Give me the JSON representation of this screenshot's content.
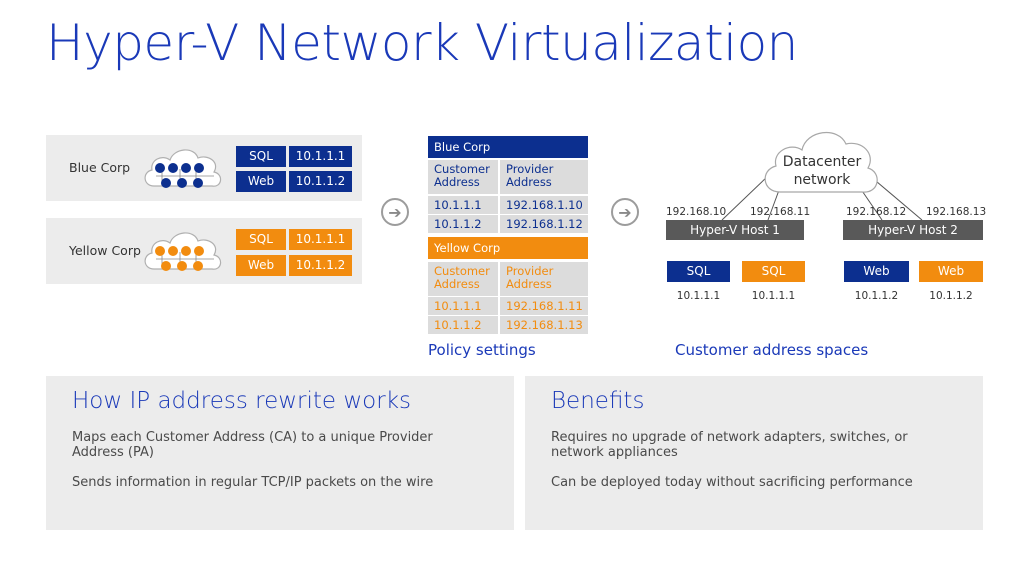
{
  "title": "Hyper-V Network Virtualization",
  "colors": {
    "title_blue": "#1a39b8",
    "corp_blue": "#0c2f8f",
    "corp_orange": "#f28c0f",
    "host_gray": "#595959",
    "panel_gray": "#ececec"
  },
  "tenants": [
    {
      "name": "Blue Corp",
      "color": "blue",
      "rows": [
        {
          "app": "SQL",
          "ip": "10.1.1.1"
        },
        {
          "app": "Web",
          "ip": "10.1.1.2"
        }
      ]
    },
    {
      "name": "Yellow Corp",
      "color": "orange",
      "rows": [
        {
          "app": "SQL",
          "ip": "10.1.1.1"
        },
        {
          "app": "Web",
          "ip": "10.1.1.2"
        }
      ]
    }
  ],
  "policy": {
    "blue": {
      "header": "Blue Corp",
      "col1": "Customer Address",
      "col2": "Provider Address",
      "rows": [
        [
          "10.1.1.1",
          "192.168.1.10"
        ],
        [
          "10.1.1.2",
          "192.168.1.12"
        ]
      ]
    },
    "yellow": {
      "header": "Yellow Corp",
      "col1": "Customer Address",
      "col2": "Provider Address",
      "rows": [
        [
          "10.1.1.1",
          "192.168.1.11"
        ],
        [
          "10.1.1.2",
          "192.168.1.13"
        ]
      ]
    },
    "caption": "Policy settings"
  },
  "datacenter": {
    "cloud_label": "Datacenter network",
    "hosts": [
      {
        "label": "Hyper-V Host 1",
        "pa_left": "192.168.10",
        "pa_right": "192.168.11",
        "vms": [
          {
            "label": "SQL",
            "color": "blue",
            "ip": "10.1.1.1"
          },
          {
            "label": "SQL",
            "color": "orange",
            "ip": "10.1.1.1"
          }
        ]
      },
      {
        "label": "Hyper-V Host 2",
        "pa_left": "192.168.12",
        "pa_right": "192.168.13",
        "vms": [
          {
            "label": "Web",
            "color": "blue",
            "ip": "10.1.1.2"
          },
          {
            "label": "Web",
            "color": "orange",
            "ip": "10.1.1.2"
          }
        ]
      }
    ],
    "caption": "Customer address spaces"
  },
  "how": {
    "heading": "How IP address rewrite works",
    "lines": [
      "Maps each Customer Address (CA) to a unique Provider Address (PA)",
      "Sends information in regular TCP/IP packets on the wire"
    ]
  },
  "benefits": {
    "heading": "Benefits",
    "lines": [
      "Requires no upgrade of network adapters, switches, or network appliances",
      "Can be deployed today without sacrificing performance"
    ]
  }
}
